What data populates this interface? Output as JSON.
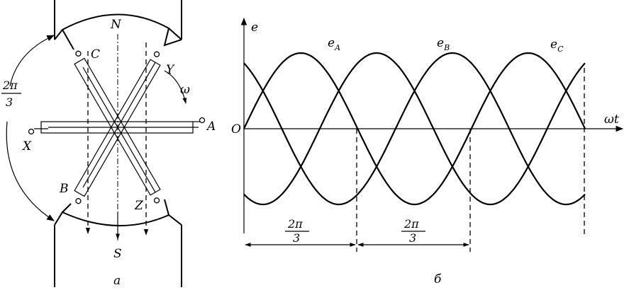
{
  "machine": {
    "north_label": "N",
    "south_label": "S",
    "omega_label": "ω",
    "angle_fraction": {
      "numerator": "2π",
      "denominator": "3"
    },
    "terminals": {
      "a": "A",
      "x": "X",
      "b": "B",
      "y": "Y",
      "c": "C",
      "z": "Z"
    },
    "caption": "а"
  },
  "waves": {
    "y_axis_label": "e",
    "x_axis_label": "ωt",
    "origin_label": "O",
    "series": [
      {
        "letter": "e",
        "sub": "A",
        "phase_deg": 0
      },
      {
        "letter": "e",
        "sub": "B",
        "phase_deg": -120
      },
      {
        "letter": "e",
        "sub": "C",
        "phase_deg": -240
      }
    ],
    "span_periods": 1.5,
    "interval_1": {
      "numerator": "2π",
      "denominator": "3"
    },
    "interval_2": {
      "numerator": "2π",
      "denominator": "3"
    },
    "caption": "б"
  }
}
